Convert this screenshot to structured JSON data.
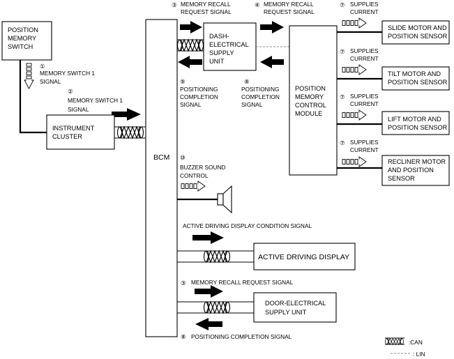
{
  "boxes": {
    "position_memory_switch": [
      "POSITION",
      "MEMORY",
      "SWITCH"
    ],
    "instrument_cluster": [
      "INSTRUMENT",
      "CLUSTER"
    ],
    "bcm": "BCM",
    "dash_supply": [
      "DASH-",
      "ELECTRICAL",
      "SUPPLY",
      "UNIT"
    ],
    "pmcm": [
      "POSITION",
      "MEMORY",
      "CONTROL",
      "MODULE"
    ],
    "slide_motor": [
      "SLIDE MOTOR AND",
      "POSITION SENSOR"
    ],
    "tilt_motor": [
      "TILT MOTOR AND",
      "POSITION SENSOR"
    ],
    "lift_motor": [
      "LIFT MOTOR AND",
      "POSITION SENSOR"
    ],
    "recliner_motor": [
      "RECLINER MOTOR",
      "AND POSITION",
      "SENSOR"
    ],
    "active_driving_display": "ACTIVE DRIVING DISPLAY",
    "door_supply": [
      "DOOR-ELECTRICAL",
      "SUPPLY UNIT"
    ]
  },
  "signals": {
    "s1": {
      "num": "①",
      "lines": [
        "MEMORY SWITCH 1",
        "SIGNAL"
      ]
    },
    "s2": {
      "num": "②",
      "lines": [
        "MEMORY SWITCH 1",
        "SIGNAL"
      ]
    },
    "s3_top": {
      "num": "③",
      "lines": [
        "MEMORY RECALL",
        "REQUEST SIGNAL"
      ]
    },
    "s4": {
      "num": "④",
      "lines": [
        "MEMORY RECALL",
        "REQUEST SIGNAL"
      ]
    },
    "s9": {
      "num": "⑨",
      "lines": [
        "POSITIONING",
        "COMPLETION",
        "SIGNAL"
      ]
    },
    "s8_top": {
      "num": "⑧",
      "lines": [
        "POSITIONING",
        "COMPLETION",
        "SIGNAL"
      ]
    },
    "s7_slide": {
      "num": "⑦",
      "lines": [
        "SUPPLIES",
        "CURRENT"
      ]
    },
    "s7_tilt": {
      "num": "⑦",
      "lines": [
        "SUPPLIES",
        "CURRENT"
      ]
    },
    "s7_lift": {
      "num": "⑦",
      "lines": [
        "SUPPLIES",
        "CURRENT"
      ]
    },
    "s7_recliner": {
      "num": "⑦",
      "lines": [
        "SUPPLIES",
        "CURRENT"
      ]
    },
    "s10": {
      "num": "⑩",
      "lines": [
        "BUZZER SOUND",
        "CONTROL"
      ]
    },
    "active_display_signal": "ACTIVE DRIVING DISPLAY CONDITION SIGNAL",
    "s3_bottom": {
      "num": "③",
      "text": "MEMORY RECALL REQUEST SIGNAL"
    },
    "s8_bottom": {
      "num": "⑧",
      "text": "POSITIONING COMPLETION SIGNAL"
    }
  },
  "legend": {
    "can": ":CAN",
    "lin": ": LIN"
  }
}
